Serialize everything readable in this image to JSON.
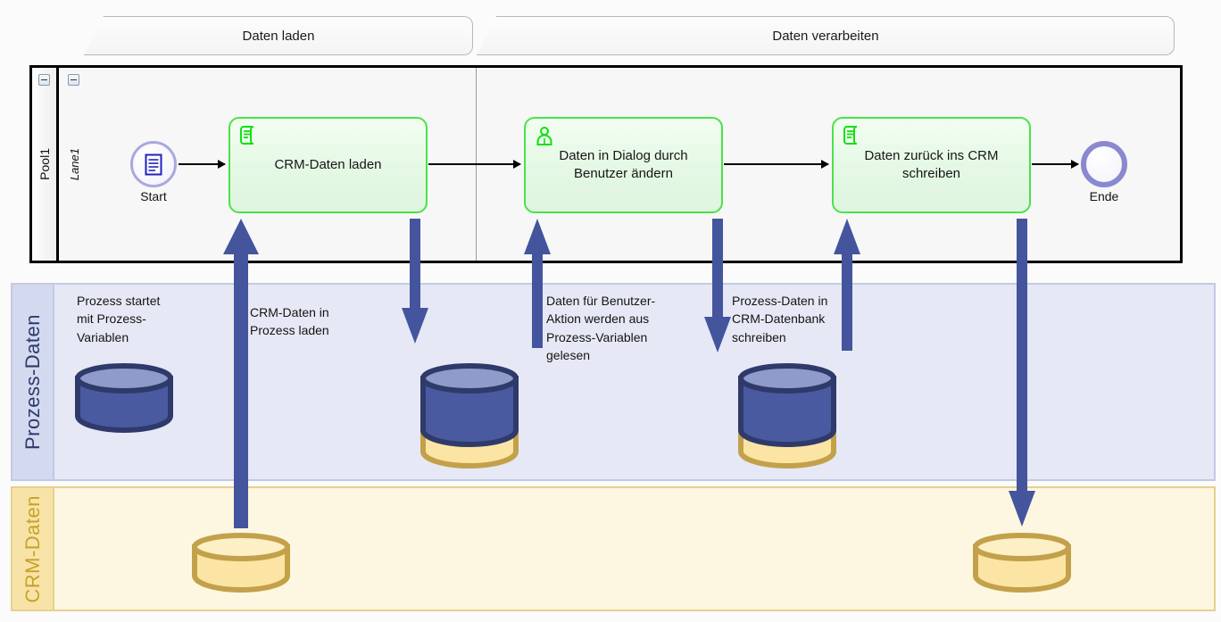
{
  "phases": [
    {
      "label": "Daten laden"
    },
    {
      "label": "Daten verarbeiten"
    }
  ],
  "pool": {
    "name": "Pool1",
    "lane": "Lane1",
    "collapse_icon": "minus-box-icon"
  },
  "process": {
    "start_event": {
      "label": "Start",
      "icon": "message-document-icon"
    },
    "end_event": {
      "label": "Ende",
      "icon": "end-event-icon"
    },
    "tasks": [
      {
        "id": "t1",
        "label": "CRM-Daten laden",
        "icon": "script-task-icon"
      },
      {
        "id": "t2",
        "label": "Daten in Dialog durch Benutzer ändern",
        "icon": "user-task-icon"
      },
      {
        "id": "t3",
        "label": "Daten zurück ins CRM schreiben",
        "icon": "script-task-icon"
      }
    ]
  },
  "bands": [
    {
      "id": "prozess",
      "label": "Prozess-Daten"
    },
    {
      "id": "crm",
      "label": "CRM-Daten"
    }
  ],
  "annotations": [
    {
      "id": "a1",
      "text": "Prozess startet\nmit Prozess-\nVariablen"
    },
    {
      "id": "a2",
      "text": "CRM-Daten in\nProzess laden"
    },
    {
      "id": "a3",
      "text": "Daten für Benutzer-\nAktion werden aus\nProzess-Variablen\ngelesen"
    },
    {
      "id": "a4",
      "text": "Prozess-Daten in\nCRM-Datenbank\nschreiben"
    }
  ],
  "data_stores": [
    {
      "id": "d1",
      "band": "prozess",
      "kind": "database-cylinder-blue"
    },
    {
      "id": "d2",
      "band": "prozess",
      "kind": "database-cylinder-blue-yellow"
    },
    {
      "id": "d3",
      "band": "prozess",
      "kind": "database-cylinder-blue-yellow"
    },
    {
      "id": "d4",
      "band": "crm",
      "kind": "database-cylinder-yellow"
    },
    {
      "id": "d5",
      "band": "crm",
      "kind": "database-cylinder-yellow"
    }
  ],
  "data_arrows": [
    {
      "id": "ar1",
      "direction": "up",
      "icon": "arrow-up-icon"
    },
    {
      "id": "ar2",
      "direction": "down",
      "icon": "arrow-down-icon"
    },
    {
      "id": "ar3",
      "direction": "up",
      "icon": "arrow-up-icon"
    },
    {
      "id": "ar4",
      "direction": "down",
      "icon": "arrow-down-icon"
    },
    {
      "id": "ar5",
      "direction": "up",
      "icon": "arrow-up-icon"
    },
    {
      "id": "ar6",
      "direction": "down",
      "icon": "arrow-down-icon"
    }
  ],
  "colors": {
    "task_border": "#4ae24a",
    "task_fill": "#e4f8e4",
    "event_ring": "#8a89cf",
    "arrow_blue": "#44559e",
    "cylinder_blue_fill": "#4a5aa0",
    "cylinder_blue_stroke": "#2f3a6b",
    "cylinder_yellow_fill": "#fce5a4",
    "cylinder_yellow_stroke": "#c3a14a",
    "band_process_fill": "#e6e9f5",
    "band_crm_fill": "#fdf7e1"
  }
}
